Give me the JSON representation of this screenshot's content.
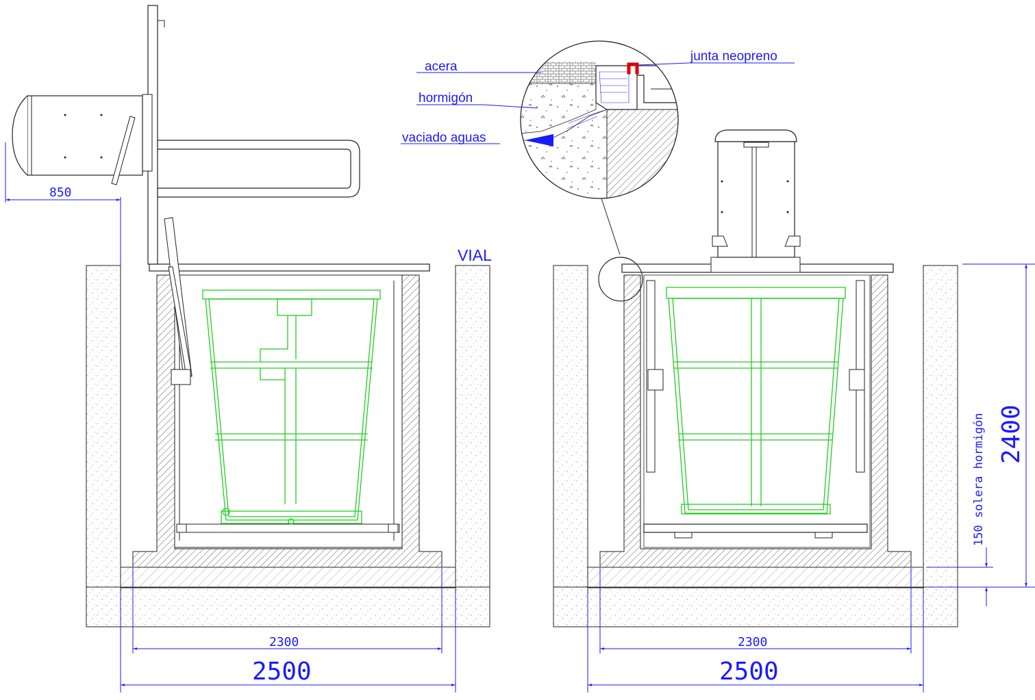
{
  "labels": {
    "acera": "acera",
    "hormigon": "hormigón",
    "vaciado": "vaciado aguas",
    "junta": "junta neopreno",
    "vial": "VIAL",
    "solera": "150 solera hormigón"
  },
  "dimensions": {
    "left_arm": "850",
    "left_inner": "2300",
    "left_outer": "2500",
    "right_inner": "2300",
    "right_outer": "2500",
    "depth": "2400"
  },
  "colors": {
    "dimension": "#1a1aff",
    "container": "#22cc22",
    "gasket": "#dd0000",
    "structure": "#222222"
  }
}
